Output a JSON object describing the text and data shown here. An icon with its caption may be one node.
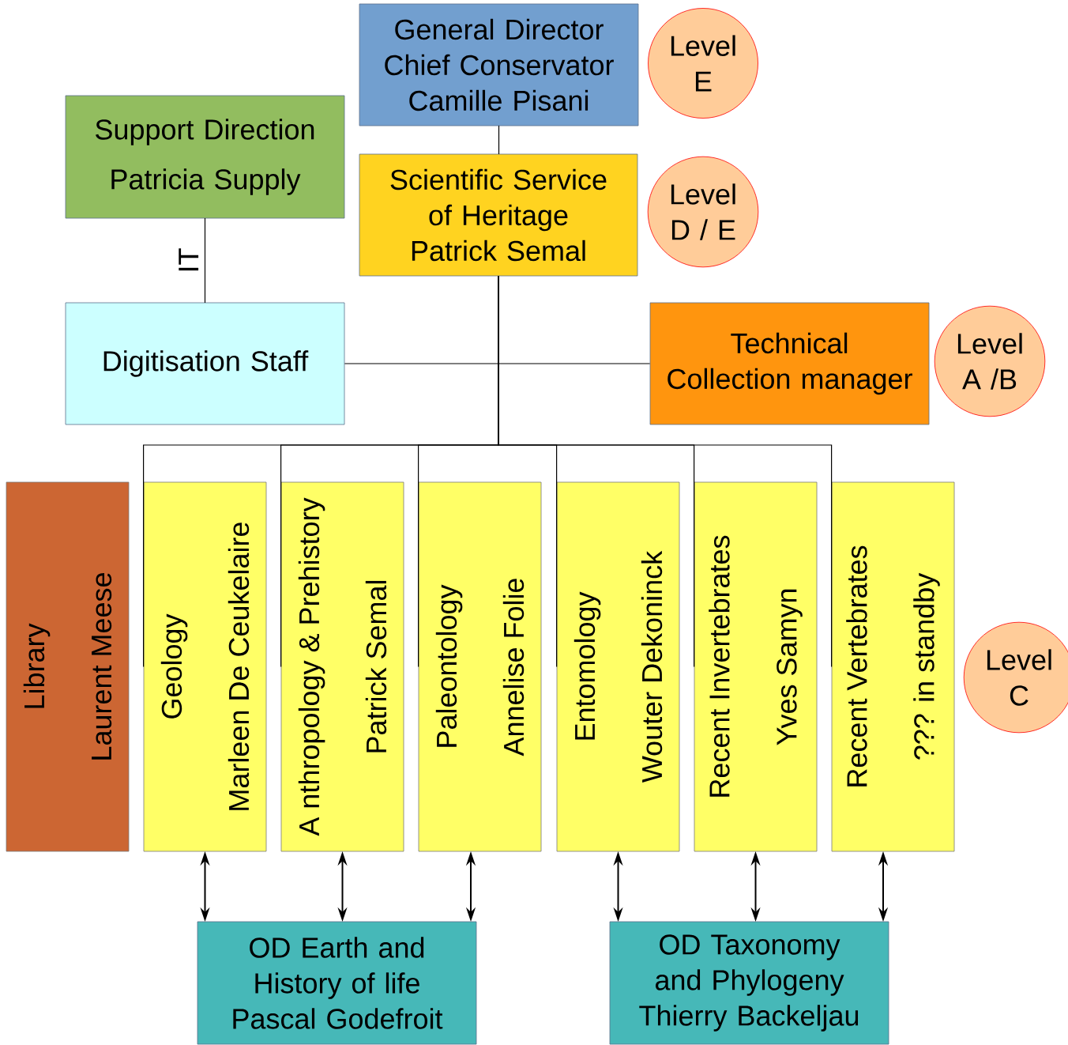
{
  "diagram": {
    "nodes": [
      {
        "text": [
          "General Director",
          "Chief Conservator",
          "Camille Pisani"
        ]
      },
      {
        "text": [
          "Level E"
        ]
      },
      {
        "text": [
          "Scientific Service of Heritage",
          "Patrick Semal"
        ]
      },
      {
        "text": [
          "Level D / E"
        ]
      },
      {
        "text": [
          "Support Direction",
          "Patricia Supply"
        ]
      },
      {
        "text": [
          "Digitisation Staff"
        ]
      },
      {
        "text": [
          "Technical Collection manager"
        ]
      },
      {
        "text": [
          "Level A /B"
        ]
      },
      {
        "text": [
          "Library",
          "Laurent Meese"
        ]
      },
      {
        "text": [
          "Geology",
          "Marleen De Ceukelaire"
        ]
      },
      {
        "text": [
          "A nthropology & Prehistory",
          "Patrick Semal"
        ]
      },
      {
        "text": [
          "Paleontology",
          "Annelise Folie"
        ]
      },
      {
        "text": [
          "Entomology",
          "Wouter Dekoninck"
        ]
      },
      {
        "text": [
          "Recent Invertebrates",
          "Yves Samyn"
        ]
      },
      {
        "text": [
          "Recent Vertebrates",
          "??? in standby"
        ]
      },
      {
        "text": [
          "Level C"
        ]
      },
      {
        "text": [
          "OD Earth and History of life",
          "Pascal Godefroit"
        ]
      },
      {
        "text": [
          "OD Taxonomy  and Phylogeny",
          "Thierry Backeljau"
        ]
      }
    ],
    "edges": [
      {
        "from": 0,
        "to": 2,
        "arrow": "none"
      },
      {
        "from": 4,
        "to": 5,
        "arrow": "none",
        "label": "IT"
      },
      {
        "from": 5,
        "to": 6,
        "arrow": "none"
      },
      {
        "from": 2,
        "to": 9,
        "arrow": "none"
      },
      {
        "from": 2,
        "to": 10,
        "arrow": "none"
      },
      {
        "from": 2,
        "to": 11,
        "arrow": "none"
      },
      {
        "from": 2,
        "to": 12,
        "arrow": "none"
      },
      {
        "from": 2,
        "to": 13,
        "arrow": "none"
      },
      {
        "from": 2,
        "to": 14,
        "arrow": "none"
      },
      {
        "from": 9,
        "to": 16,
        "arrow": "both"
      },
      {
        "from": 10,
        "to": 16,
        "arrow": "both"
      },
      {
        "from": 11,
        "to": 16,
        "arrow": "both"
      },
      {
        "from": 12,
        "to": 17,
        "arrow": "both"
      },
      {
        "from": 13,
        "to": 17,
        "arrow": "both"
      },
      {
        "from": 14,
        "to": 17,
        "arrow": "both"
      }
    ]
  }
}
